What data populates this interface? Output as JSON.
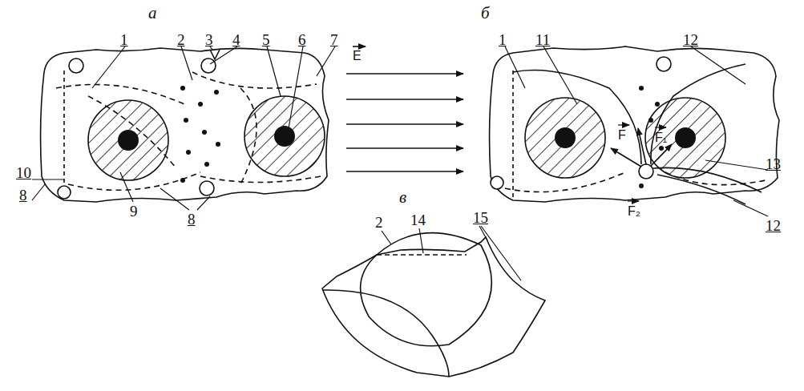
{
  "diagram": {
    "labels": [
      "а",
      "1",
      "2",
      "3",
      "4",
      "5",
      "6",
      "7",
      "10",
      "8",
      "9",
      "8",
      "E",
      "б",
      "1",
      "11",
      "12",
      "F",
      "F₁",
      "F₂",
      "13",
      "12",
      "в",
      "2",
      "14",
      "15"
    ]
  }
}
